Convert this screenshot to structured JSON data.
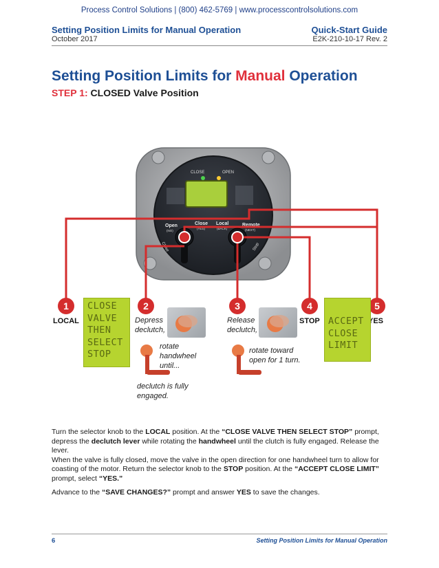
{
  "topbar": {
    "text": "Process Control Solutions  |  (800) 462-5769  | www.processcontrolsolutions.com"
  },
  "header": {
    "left_title": "Setting Position Limits for Manual Operation",
    "left_date": "October 2017",
    "right_title": "Quick-Start Guide",
    "right_doc": "E2K-210-10-17 Rev. 2"
  },
  "page_title": {
    "part1": "Setting Position Limits for ",
    "highlight": "Manual",
    "part2": " Operation"
  },
  "step": {
    "prefix": "STEP 1:",
    "text": " CLOSED Valve Position"
  },
  "device": {
    "close_label": "CLOSE",
    "open_label": "OPEN",
    "knob_labels": [
      "Open",
      "Close",
      "Local",
      "Remote"
    ],
    "knob_sublabels": [
      "(NO)",
      "(YES)",
      "(BACK)",
      "(NEXT)"
    ],
    "side_labels": [
      "Close",
      "Stop"
    ]
  },
  "steps": [
    {
      "num": "1",
      "label": "LOCAL"
    },
    {
      "num": "2",
      "text1": "Depress",
      "text2": "declutch,",
      "rotate1": "rotate",
      "rotate2": "handwheel",
      "rotate3": "until...",
      "after1": "declutch is fully",
      "after2": "engaged."
    },
    {
      "num": "3",
      "text1": "Release",
      "text2": "declutch,",
      "rotate1": "rotate toward",
      "rotate2": "open for 1 turn."
    },
    {
      "num": "4",
      "label": "STOP"
    },
    {
      "num": "5",
      "label": "YES"
    }
  ],
  "lcd1": [
    "CLOSE",
    "VALVE",
    "THEN",
    "SELECT",
    "STOP"
  ],
  "lcd2": [
    "ACCEPT",
    "CLOSE",
    "LIMIT"
  ],
  "paragraph": {
    "s1": "Turn the selector knob to the ",
    "b1": "LOCAL",
    "s2": " position. At the ",
    "b2": "“CLOSE VALVE THEN SELECT STOP”",
    "s3": " prompt, depress the ",
    "b3": "declutch lever",
    "s4": " while rotating the ",
    "b4": "handwheel",
    "s5": " until the clutch is fully engaged. Release the lever.",
    "s6": "When the valve is fully closed, move the valve in the open direction for one handwheel turn to allow for coasting of the motor. Return the selector knob to the ",
    "b5": "STOP",
    "s7": " position. At the ",
    "b6": "“ACCEPT CLOSE LIMIT”",
    "s8": " prompt, select ",
    "b7": "“YES.”"
  },
  "paragraph2": {
    "s1": "Advance to the ",
    "b1": "“SAVE CHANGES?”",
    "s2": " prompt and answer ",
    "b2": "YES",
    "s3": " to save the changes."
  },
  "footer": {
    "page_number": "6",
    "section": "Setting Position Limits for Manual Operation"
  },
  "colors": {
    "brand_blue": "#1e4f95",
    "accent_red": "#e0303b",
    "lcd_green": "#b6d42f"
  }
}
